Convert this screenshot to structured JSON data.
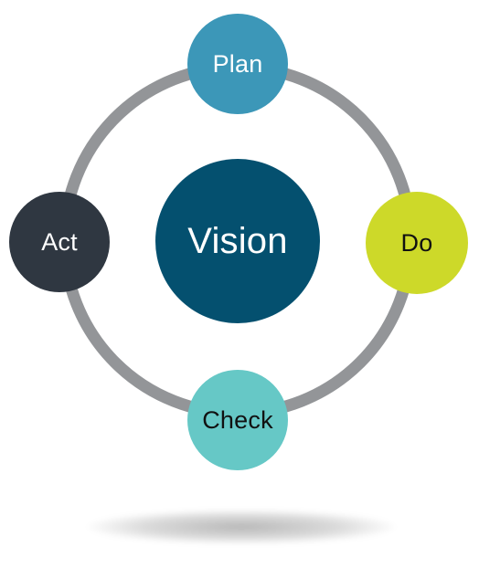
{
  "diagram": {
    "center": {
      "label": "Vision",
      "fill": "#04506f",
      "text_color": "#ffffff"
    },
    "stages": [
      {
        "key": "plan",
        "label": "Plan",
        "fill": "#3c97b8",
        "text_color": "#ffffff"
      },
      {
        "key": "do",
        "label": "Do",
        "fill": "#cdd929",
        "text_color": "#111111"
      },
      {
        "key": "check",
        "label": "Check",
        "fill": "#66c8c6",
        "text_color": "#111111"
      },
      {
        "key": "act",
        "label": "Act",
        "fill": "#2f3741",
        "text_color": "#ffffff"
      }
    ],
    "ring_color": "#939598"
  }
}
